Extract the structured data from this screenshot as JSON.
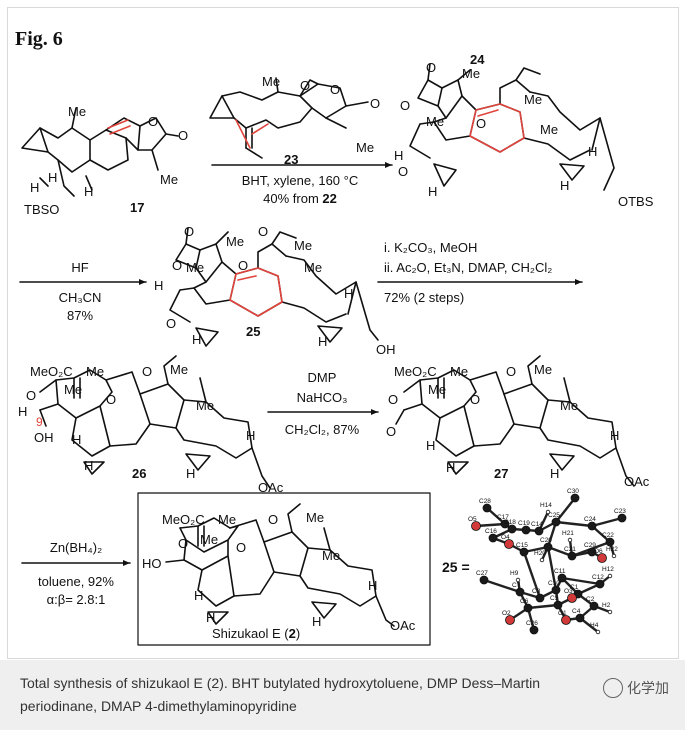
{
  "figure": {
    "label": "Fig. 6",
    "compounds": {
      "c17": "17",
      "c23": "23",
      "c24": "24",
      "c25": "25",
      "c26": "26",
      "c27": "27",
      "c2": "2",
      "shizukaol_name": "Shizukaol E (",
      "shizukaol_close": ")"
    },
    "steps": {
      "step1_reagent": "BHT, xylene, 160 °C",
      "step1_yield_prefix": "40% from ",
      "step1_yield_ref": "22",
      "step2_reagent": "HF",
      "step2_solvent": "CH₃CN",
      "step2_yield": "87%",
      "step3_line1": "i. K₂CO₃, MeOH",
      "step3_line2": "ii. Ac₂O, Et₃N, DMAP, CH₂Cl₂",
      "step3_yield": "72% (2 steps)",
      "step4_reagent": "DMP",
      "step4_reagent2": "NaHCO₃",
      "step4_conditions": "CH₂Cl₂, 87%",
      "step5_reagent": "Zn(BH₄)₂",
      "step5_conditions": "toluene, 92%",
      "step5_ratio": "α:β= 2.8:1"
    },
    "labels": {
      "me": "Me",
      "h": "H",
      "o": "O",
      "ho": "HO",
      "oh": "OH",
      "otbs": "OTBS",
      "tbso": "TBSO",
      "oac": "OAc",
      "meo2c": "MeO₂C",
      "nine": "9",
      "xray_eq": "25 ="
    },
    "xray_atoms": [
      "C28",
      "O5",
      "C17",
      "C16",
      "C18",
      "C19",
      "C14",
      "O4",
      "C15",
      "H14",
      "C25",
      "C30",
      "C24",
      "C23",
      "C20",
      "H21",
      "C21",
      "C22",
      "H20",
      "C29",
      "O6",
      "H22",
      "C27",
      "H9",
      "C11",
      "H12",
      "C12",
      "C7",
      "C8",
      "C10",
      "C1",
      "C6",
      "C5",
      "O3",
      "C2",
      "O2",
      "C26",
      "O1",
      "C4",
      "H2",
      "H4"
    ]
  },
  "caption": {
    "text": "Total synthesis of shizukaol E (2). BHT butylated hydroxytoluene, DMP Dess–Martin periodinane, DMAP 4-dimethylaminopyridine"
  },
  "watermark": {
    "text": "化学加"
  },
  "colors": {
    "highlight": "#e0443c",
    "line": "#111111",
    "caption_bg": "#efefef"
  }
}
